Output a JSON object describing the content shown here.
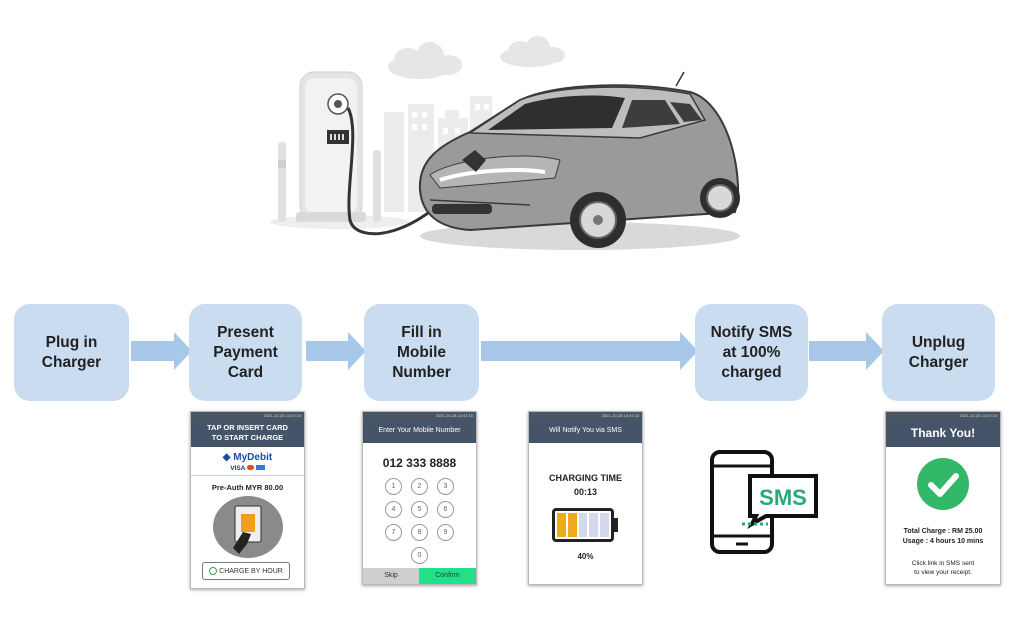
{
  "steps": [
    {
      "label": "Plug in\nCharger"
    },
    {
      "label": "Present\nPayment\nCard"
    },
    {
      "label": "Fill in\nMobile\nNumber"
    },
    {
      "label": "Notify SMS\nat 100%\ncharged"
    },
    {
      "label": "Unplug\nCharger"
    }
  ],
  "payment_screen": {
    "status": "2021-10-28 14:47:16",
    "header_line1": "TAP OR INSERT CARD",
    "header_line2": "TO START CHARGE",
    "brand": "MyDebit",
    "cards": "VISA",
    "preauth": "Pre-Auth MYR 80.00",
    "button": "CHARGE BY HOUR"
  },
  "mobile_screen": {
    "status": "2021-10-28 14:47:16",
    "header": "Enter Your Mobile Number",
    "number": "012 333 8888",
    "keys": [
      "1",
      "2",
      "3",
      "4",
      "5",
      "6",
      "7",
      "8",
      "9",
      "0"
    ],
    "skip": "Skip",
    "confirm": "Confirm"
  },
  "charging_screen": {
    "status": "2021-10-28 14:47:16",
    "header": "Will Notify You via SMS",
    "title": "CHARGING TIME",
    "time": "00:13",
    "percent": "40%",
    "level": 0.4
  },
  "sms_icon": {
    "text": "SMS"
  },
  "thanks_screen": {
    "status": "2021-10-28 14:47:16",
    "header": "Thank You!",
    "total": "Total Charge : RM 25.00",
    "usage": "Usage : 4 hours 10 mins",
    "note_line1": "Click link in SMS sent",
    "note_line2": "to view your receipt."
  },
  "colors": {
    "step_fill": "#c9dcf0",
    "arrow": "#a8c8ea",
    "screen_header": "#46546a",
    "confirm_green": "#22e08a",
    "check_green": "#33b86a",
    "battery_orange": "#f2a81d",
    "sms_green": "#2aa876"
  }
}
